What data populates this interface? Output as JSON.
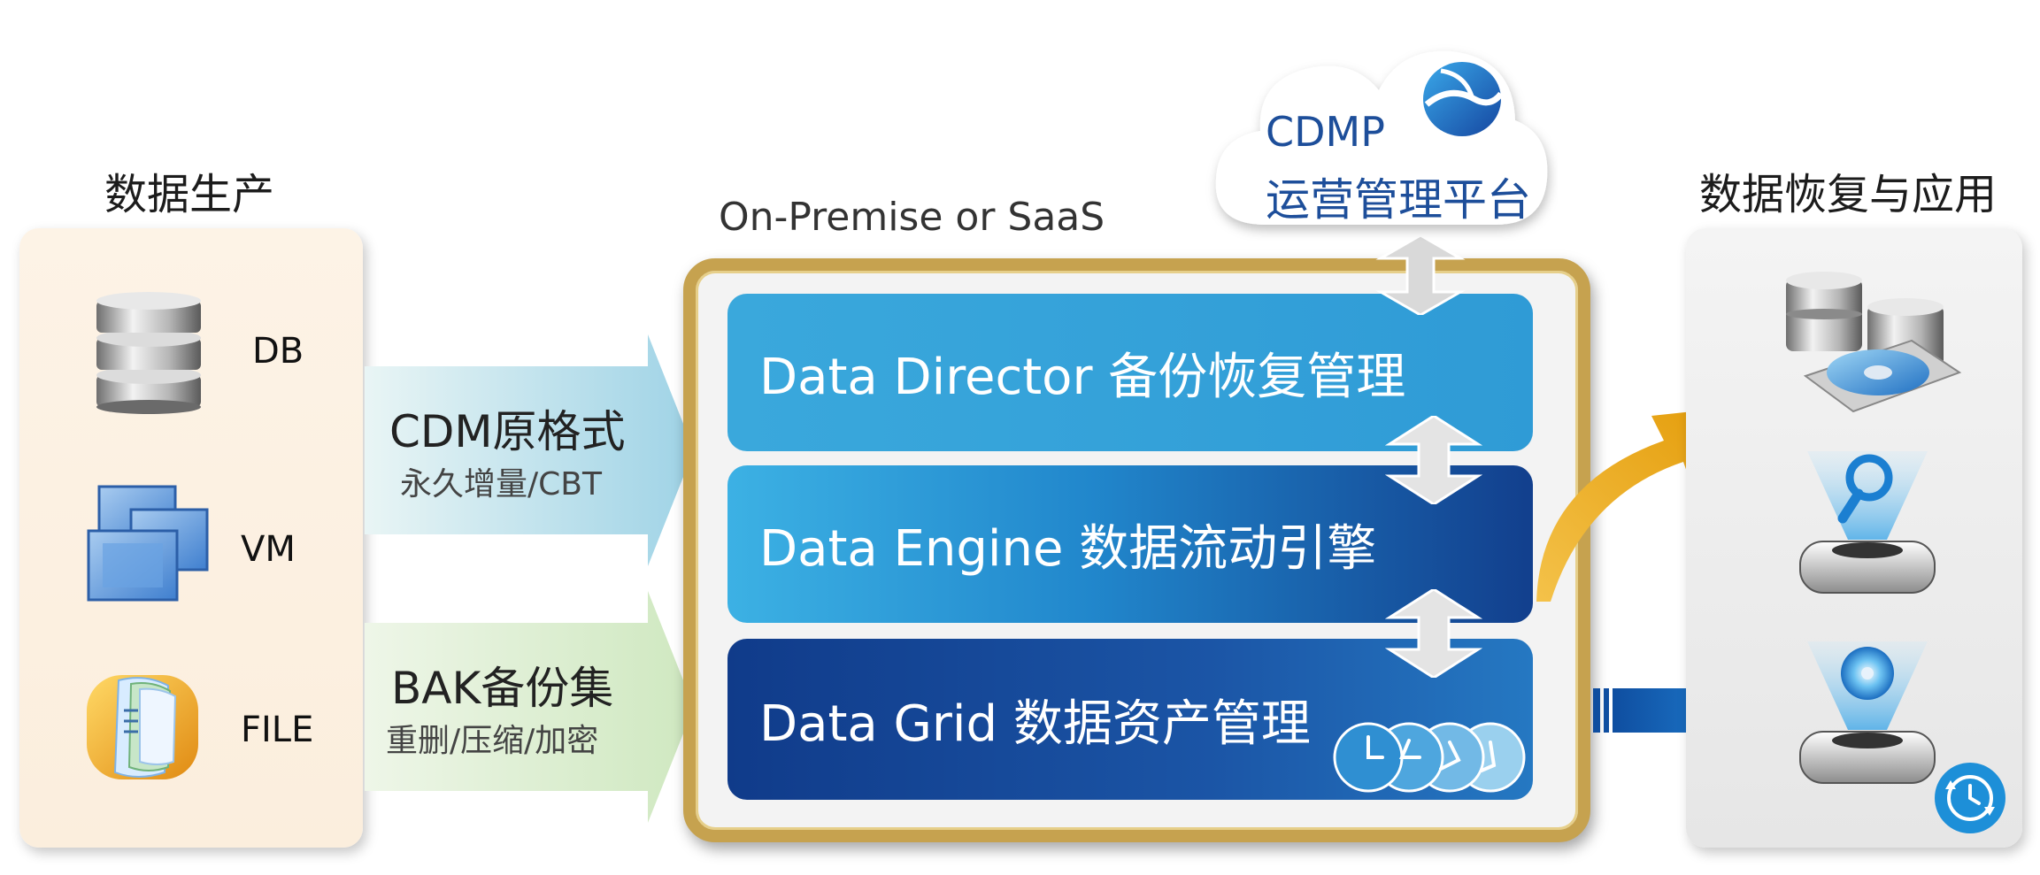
{
  "left": {
    "heading": "数据生产",
    "sources": [
      {
        "label": "DB",
        "icon": "database-icon"
      },
      {
        "label": "VM",
        "icon": "virtual-machine-icon"
      },
      {
        "label": "FILE",
        "icon": "file-folder-icon"
      }
    ]
  },
  "flows": [
    {
      "title": "CDM原格式",
      "subtitle": "永久增量/CBT"
    },
    {
      "title": "BAK备份集",
      "subtitle": "重删/压缩/加密"
    }
  ],
  "platform": {
    "deploy_label": "On-Premise or SaaS",
    "tiers": [
      {
        "label": "Data Director 备份恢复管理"
      },
      {
        "label": "Data Engine 数据流动引擎"
      },
      {
        "label": "Data Grid 数据资产管理"
      }
    ]
  },
  "cloud": {
    "line1": "CDMP",
    "line2": "运营管理平台",
    "icon": "cdmp-logo-icon"
  },
  "right": {
    "heading": "数据恢复与应用"
  },
  "colors": {
    "gold_border": "#c6a24f",
    "tier_light_blue": "#3aa8dc",
    "tier_dark_blue": "#123f8d",
    "orange_arrow": "#e8a20c",
    "blue_arrow": "#1d6fbf",
    "cloud_text": "#1d4e9a"
  }
}
